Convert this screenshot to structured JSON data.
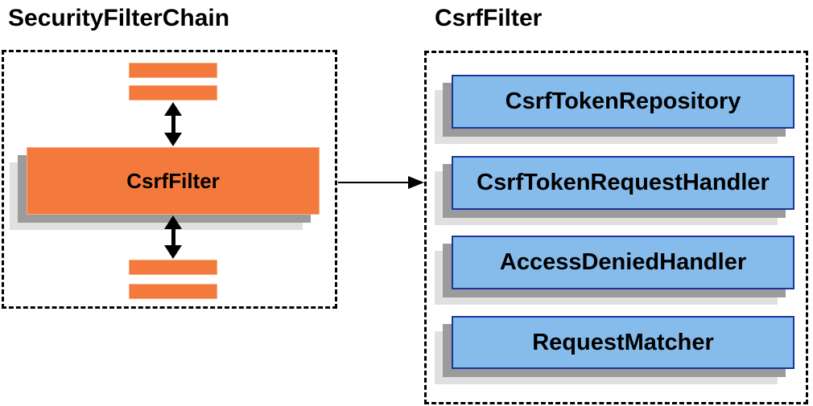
{
  "left_panel": {
    "title": "SecurityFilterChain",
    "filter_label": "CsrfFilter"
  },
  "right_panel": {
    "title": "CsrfFilter",
    "components": [
      "CsrfTokenRepository",
      "CsrfTokenRequestHandler",
      "AccessDeniedHandler",
      "RequestMatcher"
    ]
  },
  "colors": {
    "orange_fill": "#F4793C",
    "orange_edge": "#F9AA7D",
    "blue_fill": "#85BCEC",
    "blue_border": "#1B349A",
    "shadow_mid": "#9B9B9B",
    "shadow_light": "#E0E0E0",
    "outline": "#000000"
  },
  "icons": {
    "bidirectional_arrow": "↕",
    "flow_arrow": "→"
  }
}
